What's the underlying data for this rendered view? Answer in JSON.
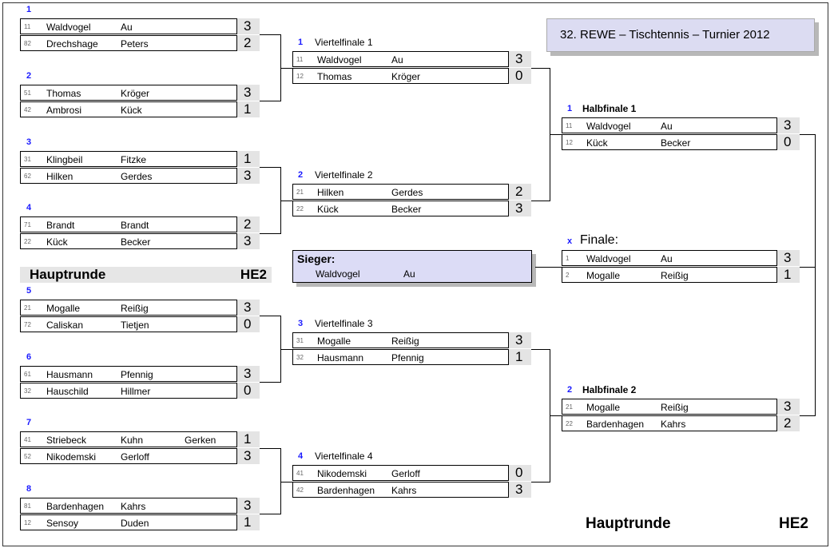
{
  "title": "32.  REWE – Tischtennis – Turnier  2012",
  "label": {
    "round": "Hauptrunde",
    "class": "HE2"
  },
  "footer": {
    "round": "Hauptrunde",
    "class": "HE2"
  },
  "winner": {
    "heading": "Sieger:",
    "first": "Waldvogel",
    "last": "Au"
  },
  "round1": [
    {
      "num": "1",
      "rows": [
        {
          "seed": "11",
          "first": "Waldvogel",
          "last": "Au",
          "score": "3"
        },
        {
          "seed": "82",
          "first": "Drechshage",
          "last": "Peters",
          "score": "2"
        }
      ]
    },
    {
      "num": "2",
      "rows": [
        {
          "seed": "51",
          "first": "Thomas",
          "last": "Kröger",
          "score": "3"
        },
        {
          "seed": "42",
          "first": "Ambrosi",
          "last": "Kück",
          "score": "1"
        }
      ]
    },
    {
      "num": "3",
      "rows": [
        {
          "seed": "31",
          "first": "Klingbeil",
          "last": "Fitzke",
          "score": "1"
        },
        {
          "seed": "62",
          "first": "Hilken",
          "last": "Gerdes",
          "score": "3"
        }
      ]
    },
    {
      "num": "4",
      "rows": [
        {
          "seed": "71",
          "first": "Brandt",
          "last": "Brandt",
          "score": "2"
        },
        {
          "seed": "22",
          "first": "Kück",
          "last": "Becker",
          "score": "3"
        }
      ]
    },
    {
      "num": "5",
      "rows": [
        {
          "seed": "21",
          "first": "Mogalle",
          "last": "Reißig",
          "score": "3"
        },
        {
          "seed": "72",
          "first": "Caliskan",
          "last": "Tietjen",
          "score": "0"
        }
      ]
    },
    {
      "num": "6",
      "rows": [
        {
          "seed": "61",
          "first": "Hausmann",
          "last": "Pfennig",
          "score": "3"
        },
        {
          "seed": "32",
          "first": "Hauschild",
          "last": "Hillmer",
          "score": "0"
        }
      ]
    },
    {
      "num": "7",
      "rows": [
        {
          "seed": "41",
          "first": "Striebeck",
          "last": "Kuhn",
          "third": "Gerken",
          "score": "1"
        },
        {
          "seed": "52",
          "first": "Nikodemski",
          "last": "Gerloff",
          "score": "3"
        }
      ]
    },
    {
      "num": "8",
      "rows": [
        {
          "seed": "81",
          "first": "Bardenhagen",
          "last": "Kahrs",
          "score": "3"
        },
        {
          "seed": "12",
          "first": "Sensoy",
          "last": "Duden",
          "score": "1"
        }
      ]
    }
  ],
  "quarter": [
    {
      "num": "1",
      "title": "Viertelfinale  1",
      "rows": [
        {
          "seed": "11",
          "first": "Waldvogel",
          "last": "Au",
          "score": "3"
        },
        {
          "seed": "12",
          "first": "Thomas",
          "last": "Kröger",
          "score": "0"
        }
      ]
    },
    {
      "num": "2",
      "title": "Viertelfinale  2",
      "rows": [
        {
          "seed": "21",
          "first": "Hilken",
          "last": "Gerdes",
          "score": "2"
        },
        {
          "seed": "22",
          "first": "Kück",
          "last": "Becker",
          "score": "3"
        }
      ]
    },
    {
      "num": "3",
      "title": "Viertelfinale  3",
      "rows": [
        {
          "seed": "31",
          "first": "Mogalle",
          "last": "Reißig",
          "score": "3"
        },
        {
          "seed": "32",
          "first": "Hausmann",
          "last": "Pfennig",
          "score": "1"
        }
      ]
    },
    {
      "num": "4",
      "title": "Viertelfinale  4",
      "rows": [
        {
          "seed": "41",
          "first": "Nikodemski",
          "last": "Gerloff",
          "score": "0"
        },
        {
          "seed": "42",
          "first": "Bardenhagen",
          "last": "Kahrs",
          "score": "3"
        }
      ]
    }
  ],
  "semi": [
    {
      "num": "1",
      "title": "Halbfinale 1",
      "rows": [
        {
          "seed": "11",
          "first": "Waldvogel",
          "last": "Au",
          "score": "3"
        },
        {
          "seed": "12",
          "first": "Kück",
          "last": "Becker",
          "score": "0"
        }
      ]
    },
    {
      "num": "2",
      "title": "Halbfinale 2",
      "rows": [
        {
          "seed": "21",
          "first": "Mogalle",
          "last": "Reißig",
          "score": "3"
        },
        {
          "seed": "22",
          "first": "Bardenhagen",
          "last": "Kahrs",
          "score": "2"
        }
      ]
    }
  ],
  "final": {
    "num": "x",
    "title": "Finale:",
    "rows": [
      {
        "seed": "1",
        "first": "Waldvogel",
        "last": "Au",
        "score": "3"
      },
      {
        "seed": "2",
        "first": "Mogalle",
        "last": "Reißig",
        "score": "1"
      }
    ]
  }
}
